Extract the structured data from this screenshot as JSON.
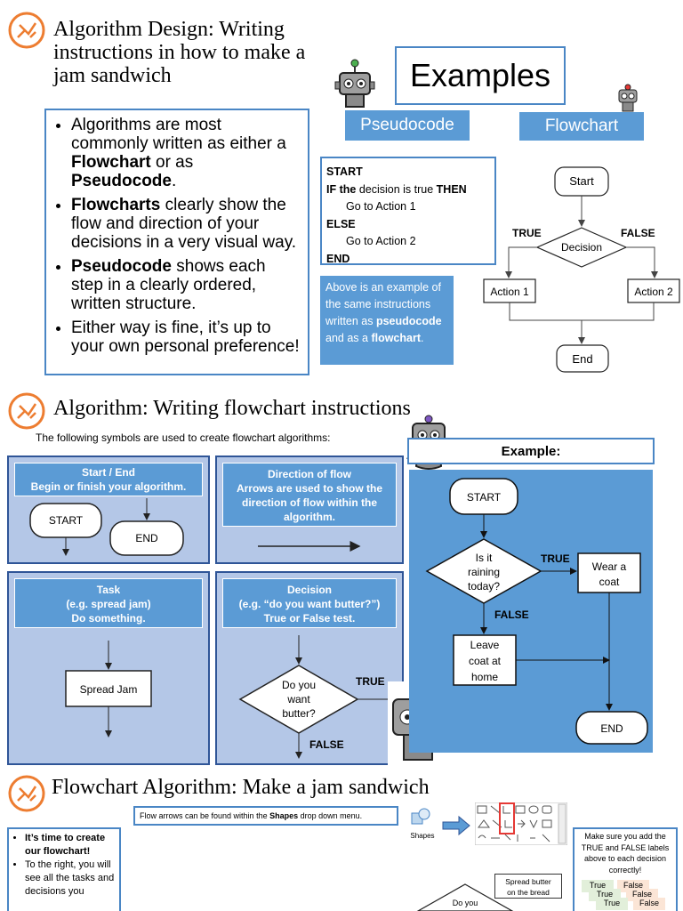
{
  "section1": {
    "title": "Algorithm Design: Writing instructions in how to make a jam sandwich",
    "bullets": [
      {
        "pre": "Algorithms are most commonly written as either a ",
        "b1": "Flowchart",
        "mid": " or as ",
        "b2": "Pseudocode",
        "post": "."
      },
      {
        "pre": "",
        "b1": "Flowcharts",
        "mid": " clearly show the flow and direction of your decisions in a very visual way.",
        "b2": "",
        "post": ""
      },
      {
        "pre": "",
        "b1": "Pseudocode",
        "mid": " shows each step in a clearly ordered, written structure.",
        "b2": "",
        "post": ""
      },
      {
        "pre": "Either way is fine, it’s up to your own personal preference!",
        "b1": "",
        "mid": "",
        "b2": "",
        "post": ""
      }
    ],
    "examples_label": "Examples",
    "pseudocode_label": "Pseudocode",
    "flowchart_label": "Flowchart",
    "code": {
      "l1": "START",
      "l2a": "IF the",
      "l2b": " decision is true ",
      "l2c": "THEN",
      "l3": "Go to Action 1",
      "l4": "ELSE",
      "l5": "Go to Action 2",
      "l6": "END"
    },
    "note": {
      "p1": "Above is an example of the same instructions written as ",
      "b1": "pseudocode",
      "p2": " and as a ",
      "b2": "flowchart",
      "p3": "."
    },
    "flow": {
      "start": "Start",
      "decision": "Decision",
      "true": "TRUE",
      "false": "FALSE",
      "a1": "Action 1",
      "a2": "Action 2",
      "end": "End"
    }
  },
  "section2": {
    "title": "Algorithm: Writing flowchart instructions",
    "intro": "The following symbols are used to create flowchart algorithms:",
    "startend": {
      "head": "Start / End",
      "desc": "Begin or finish your algorithm.",
      "start": "START",
      "end": "END"
    },
    "direction": {
      "head": "Direction of flow",
      "desc": "Arrows are used to show the direction of flow within the algorithm."
    },
    "task": {
      "head": "Task",
      "desc1": "(e.g. spread jam)",
      "desc2": "Do something.",
      "label": "Spread Jam"
    },
    "decision": {
      "head": "Decision",
      "desc1": "(e.g. “do you want butter?”)",
      "desc2": "True or False test.",
      "q1": "Do you",
      "q2": "want",
      "q3": "butter?",
      "true": "TRUE",
      "false": "FALSE"
    },
    "example": {
      "label": "Example:",
      "start": "START",
      "q1": "Is it",
      "q2": "raining",
      "q3": "today?",
      "true": "TRUE",
      "false": "FALSE",
      "coat1": "Wear a",
      "coat2": "coat",
      "leave1": "Leave",
      "leave2": "coat at",
      "leave3": "home",
      "end": "END"
    }
  },
  "section3": {
    "title": "Flowchart Algorithm: Make a jam sandwich",
    "hint_pre": "Flow arrows can be found within the ",
    "hint_b": "Shapes",
    "hint_post": " drop down menu.",
    "shapes_label": "Shapes",
    "left_b1": "It’s time to create our flowchart!",
    "left_2": "To the right, you will see all the tasks and decisions you",
    "spread1": "Spread butter",
    "spread2": "on the bread",
    "doyou": "Do you",
    "right_note": "Make sure you add the TRUE and FALSE labels above to each decision correctly!",
    "tags": [
      "True",
      "False",
      "True",
      "False",
      "True",
      "False"
    ]
  }
}
